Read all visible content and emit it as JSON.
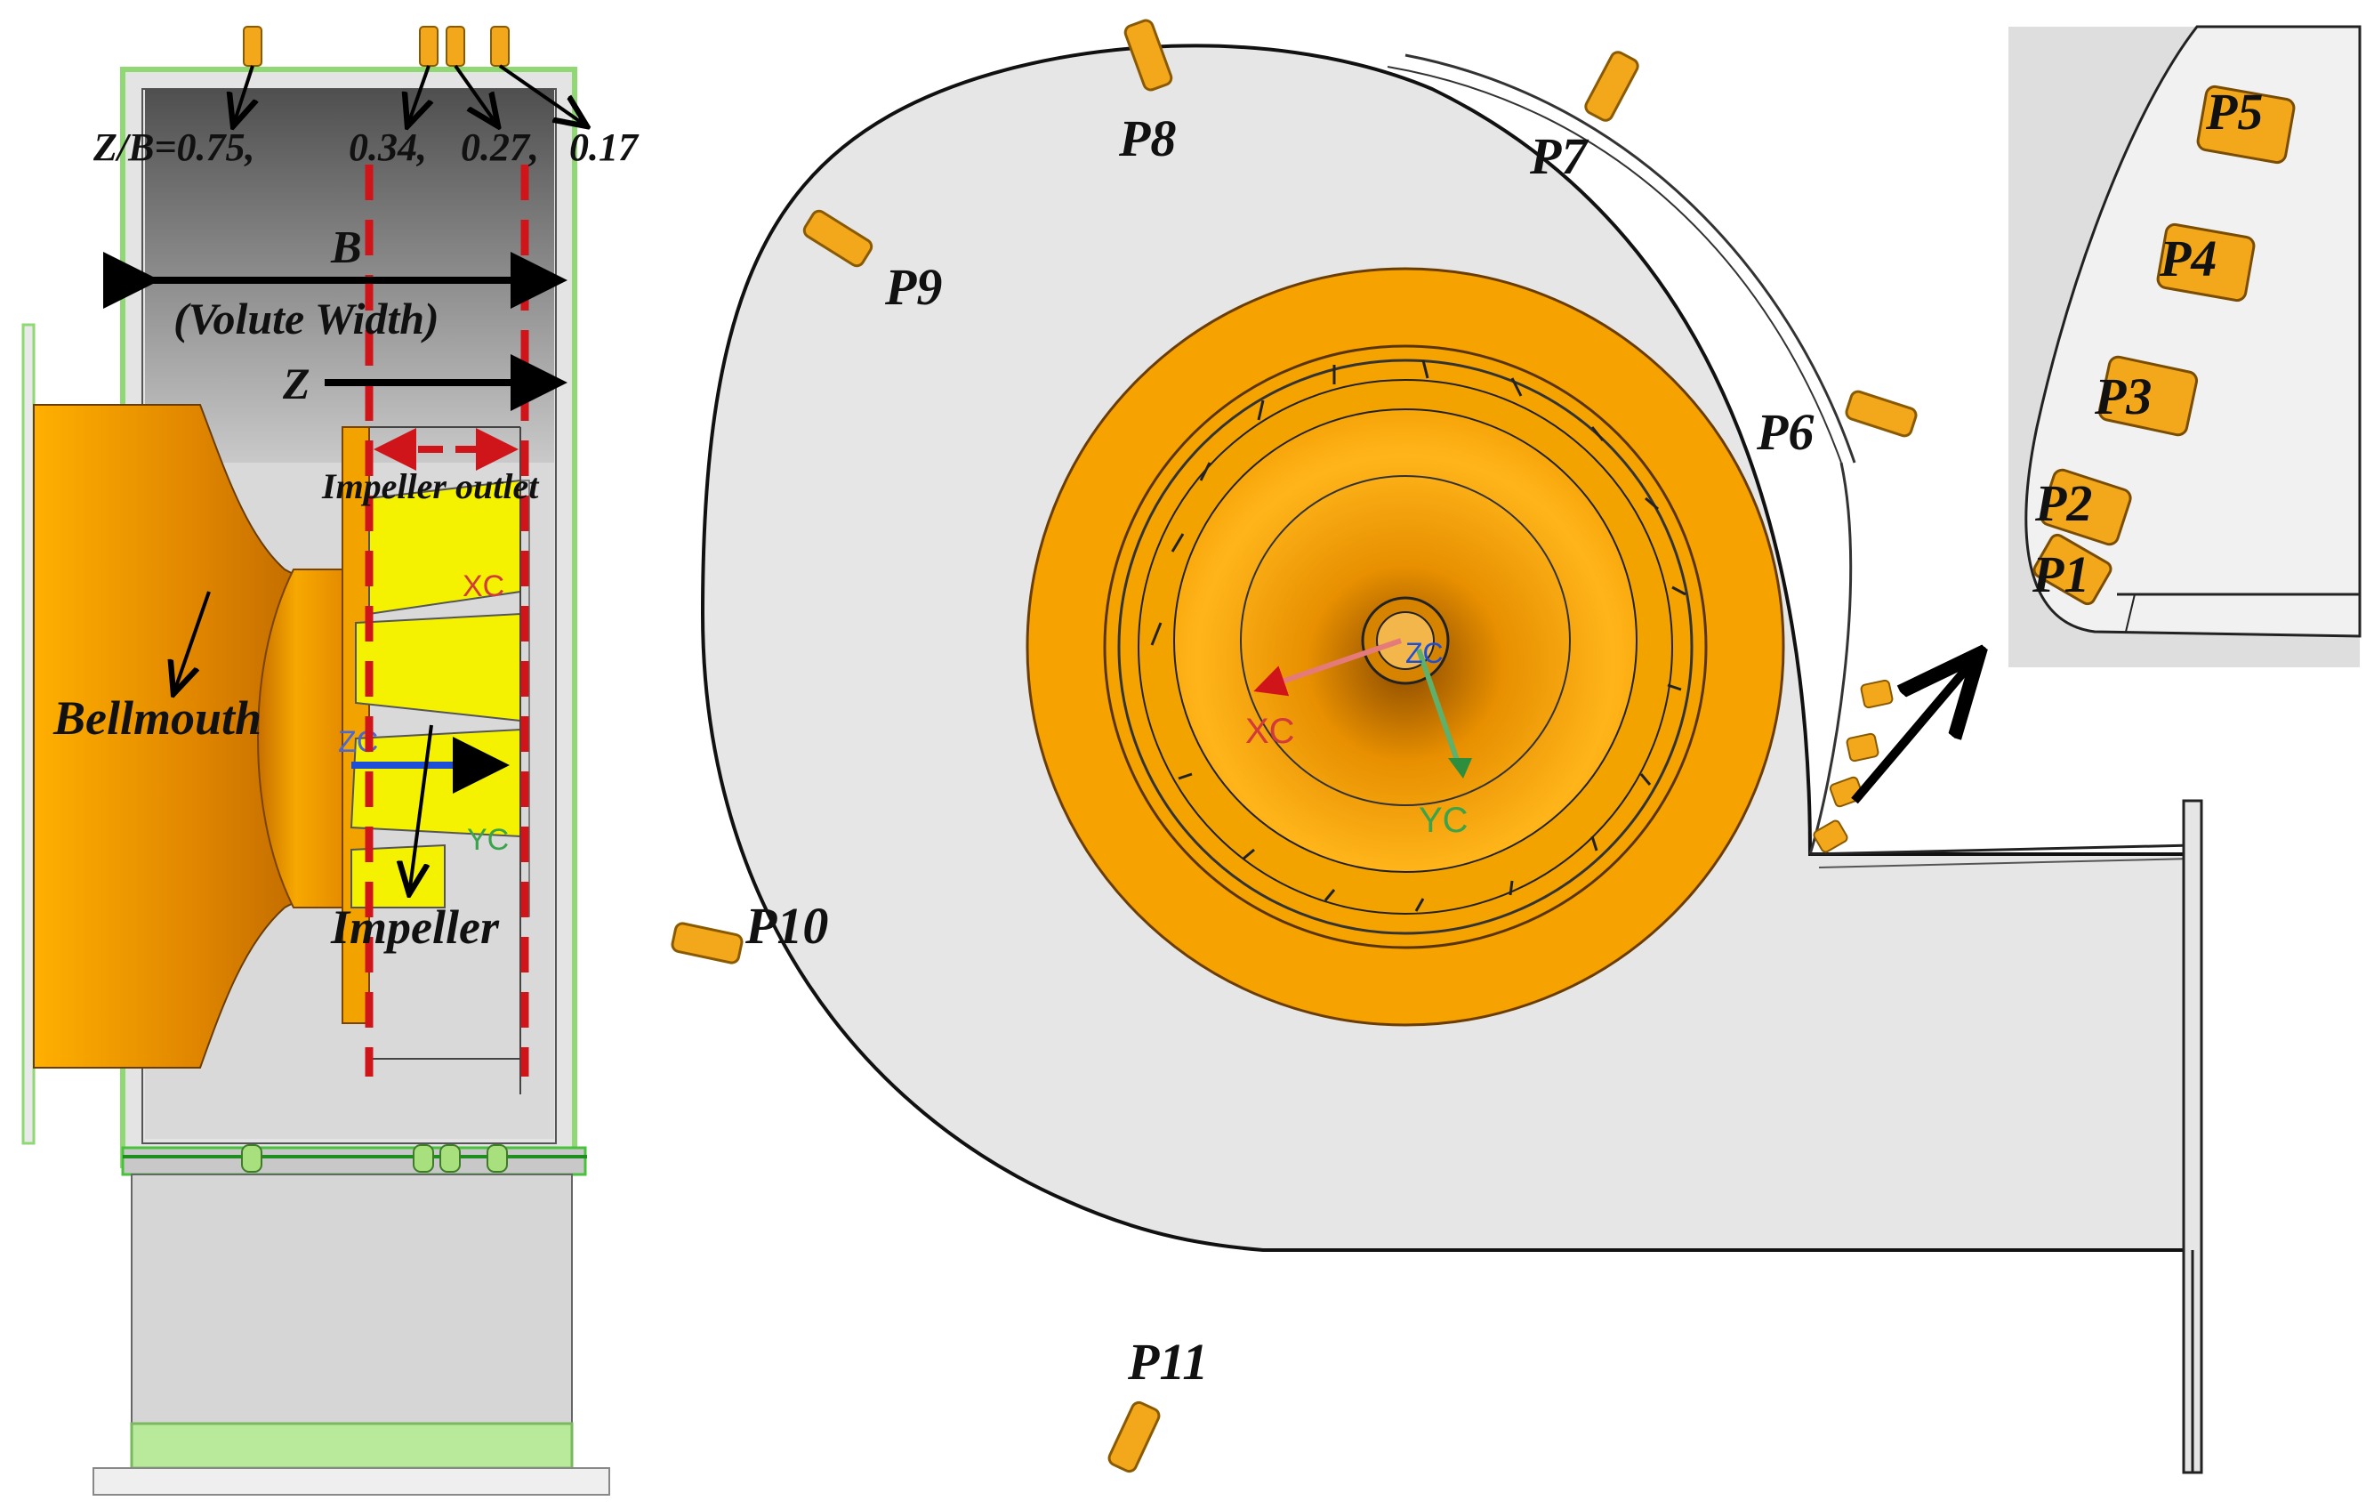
{
  "side_view": {
    "zb_prefix": "Z/B=0.75,",
    "zb_values": [
      "0.34,",
      "0.27,",
      "0.17"
    ],
    "width_symbol": "B",
    "width_caption": "(Volute Width)",
    "axial_symbol": "Z",
    "outlet_label": "Impeller outlet",
    "bellmouth_label": "Bellmouth",
    "impeller_label": "Impeller",
    "triad": {
      "x": "XC",
      "y": "YC",
      "z": "ZC"
    }
  },
  "front_view": {
    "probes": [
      "P6",
      "P7",
      "P8",
      "P9",
      "P10",
      "P11"
    ],
    "triad": {
      "x": "XC",
      "y": "YC",
      "z": "ZC"
    }
  },
  "inset": {
    "probes": [
      "P1",
      "P2",
      "P3",
      "P4",
      "P5"
    ]
  },
  "colors": {
    "casing": "#e6e6e6",
    "orange": "#f4a300",
    "dark_orange": "#c77800",
    "yellow": "#f4f200",
    "green_outline": "#8fd873",
    "red_dash": "#d0151a",
    "probe": "#f2a81a"
  }
}
